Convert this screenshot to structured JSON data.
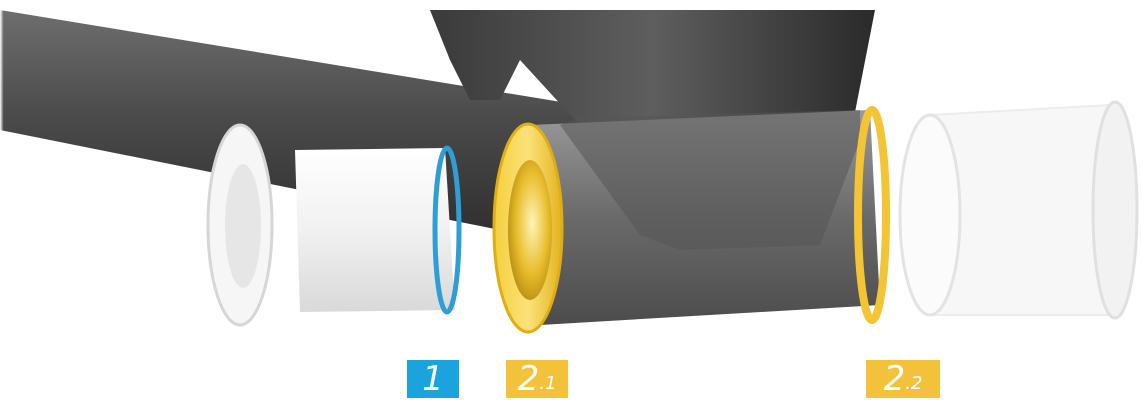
{
  "labels": {
    "part_1": {
      "main": "1",
      "sub": ""
    },
    "part_2_1": {
      "main": "2",
      "sub": ".1"
    },
    "part_2_2": {
      "main": "2",
      "sub": ".2"
    }
  },
  "colors": {
    "blue_tag": "#1aa3dc",
    "yellow_tag": "#f2c23a",
    "frame": "#5a5a5a",
    "bearing_cup": "#f4f4f4",
    "seal_ring": "#2f9ed6",
    "shim_ring": "#f3c433"
  }
}
